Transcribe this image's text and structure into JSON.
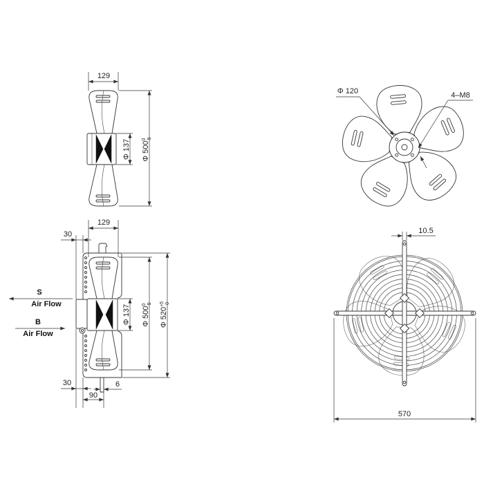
{
  "side_view_top": {
    "width_dim": "129",
    "hub_dim": "Φ 137",
    "blade_dim": "Φ 500",
    "blade_tol_upper": "0",
    "blade_tol_lower": "-5"
  },
  "front_view_top": {
    "hub_dim": "Φ 120",
    "holes_label": "4–M8"
  },
  "side_view_bottom": {
    "width_dim": "129",
    "rear_offset_top": "30",
    "hub_dim": "Φ 137",
    "blade_dim": "Φ 500",
    "blade_tol_upper": "0",
    "blade_tol_lower": "-5",
    "guard_dim": "Φ 520",
    "guard_tol_upper": "+5",
    "guard_tol_lower": "0",
    "rear_offset_bottom": "30",
    "depth_dim": "90",
    "flange_dim": "6"
  },
  "airflow": {
    "suction": {
      "label": "S",
      "text": "Air Flow"
    },
    "blowing": {
      "label": "B",
      "text": "Air Flow"
    }
  },
  "front_view_bottom": {
    "bar_width_dim": "10.5",
    "overall_width_dim": "570"
  }
}
